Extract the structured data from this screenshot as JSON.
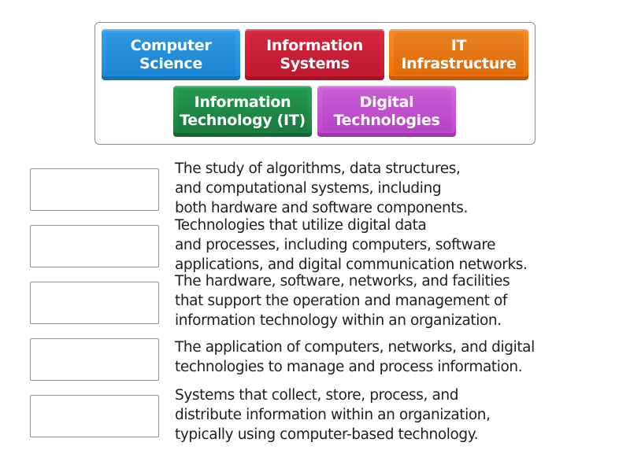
{
  "tiles": [
    {
      "label": "Computer\nScience",
      "color": "#2196e8"
    },
    {
      "label": "Information\nSystems",
      "color": "#d81f3a"
    },
    {
      "label": "IT\nInfrastructure",
      "color": "#f5780e"
    },
    {
      "label": "Information\nTechnology (IT)",
      "color": "#1d8f48"
    },
    {
      "label": "Digital\nTechnologies",
      "color": "#c94fd8"
    }
  ],
  "rows": [
    {
      "answer": "",
      "definition": "The study of algorithms, data structures,\nand computational systems, including\nboth hardware and software components."
    },
    {
      "answer": "",
      "definition": "Technologies that utilize digital data\nand processes, including computers, software\napplications, and digital communication networks."
    },
    {
      "answer": "",
      "definition": "The hardware, software, networks, and facilities\nthat support the operation and management of\ninformation technology within an organization."
    },
    {
      "answer": "",
      "definition": "The application of computers, networks, and digital\ntechnologies to manage and process information."
    },
    {
      "answer": "",
      "definition": "Systems that collect, store, process, and\ndistribute information within an organization,\ntypically using computer-based technology."
    }
  ]
}
